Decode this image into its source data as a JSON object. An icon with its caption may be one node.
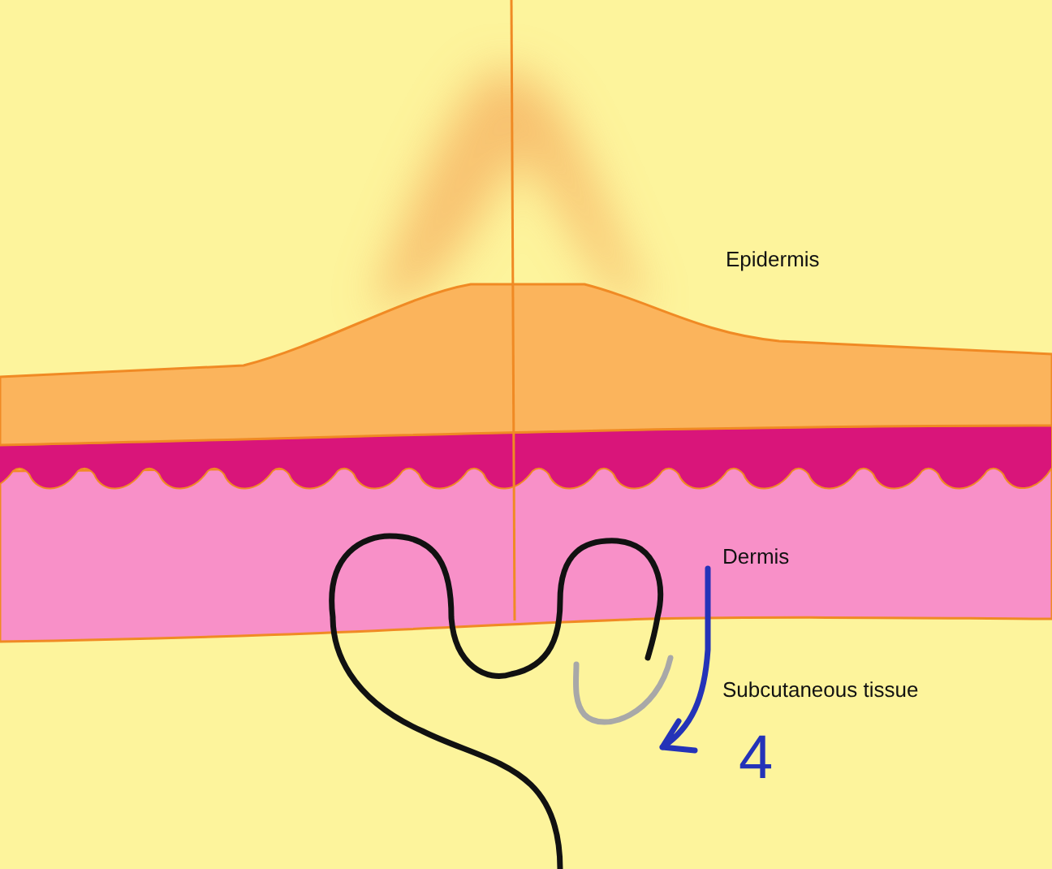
{
  "diagram": {
    "labels": [
      "Epidermis",
      "Dermis",
      "Subcutaneous tissue",
      "4"
    ]
  }
}
